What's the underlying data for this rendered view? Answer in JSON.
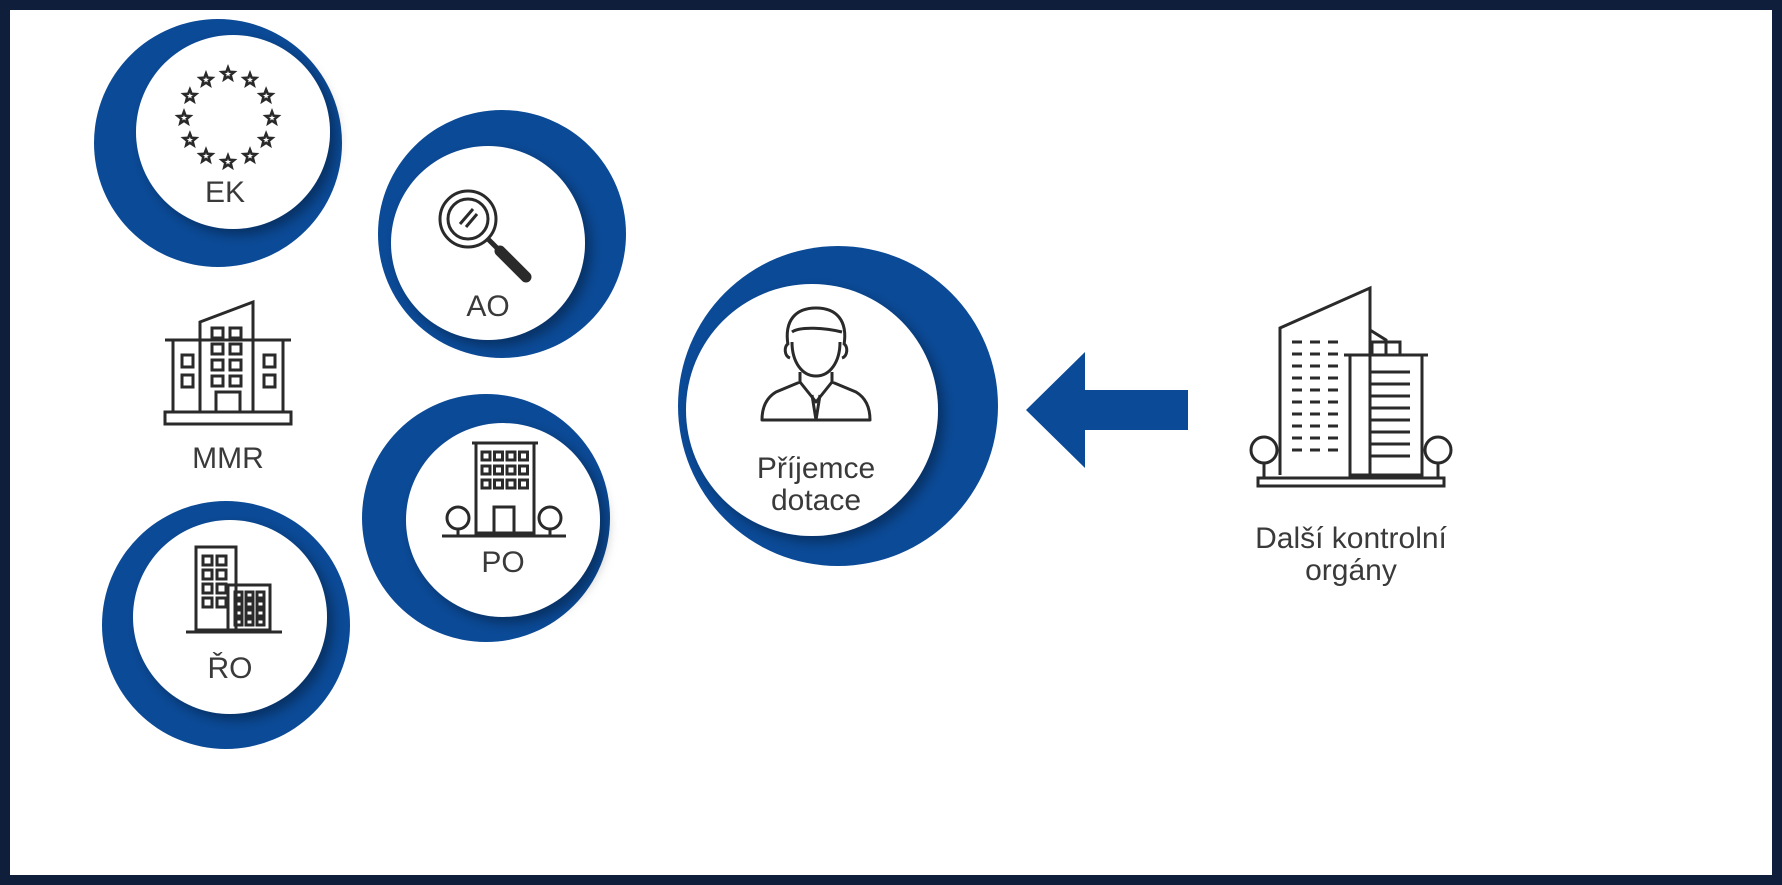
{
  "nodes": {
    "ek": {
      "label": "EK",
      "icon": "eu-stars-icon"
    },
    "ao": {
      "label": "AO",
      "icon": "magnifier-icon"
    },
    "mmr": {
      "label": "MMR",
      "icon": "government-building-icon"
    },
    "po": {
      "label": "PO",
      "icon": "office-building-icon"
    },
    "ro": {
      "label": "ŘO",
      "icon": "office-buildings-icon"
    },
    "recipient": {
      "label_line1": "Příjemce",
      "label_line2": "dotace",
      "icon": "businessman-icon"
    },
    "other": {
      "label_line1": "Další kontrolní",
      "label_line2": "orgány",
      "icon": "skyscrapers-icon"
    }
  },
  "arrow": {
    "icon": "arrow-left-icon",
    "direction": "left"
  },
  "colors": {
    "accent": "#0b4a97",
    "frame": "#0f1e3a",
    "text": "#3a3a3a",
    "icon_stroke": "#2a2a2a"
  }
}
